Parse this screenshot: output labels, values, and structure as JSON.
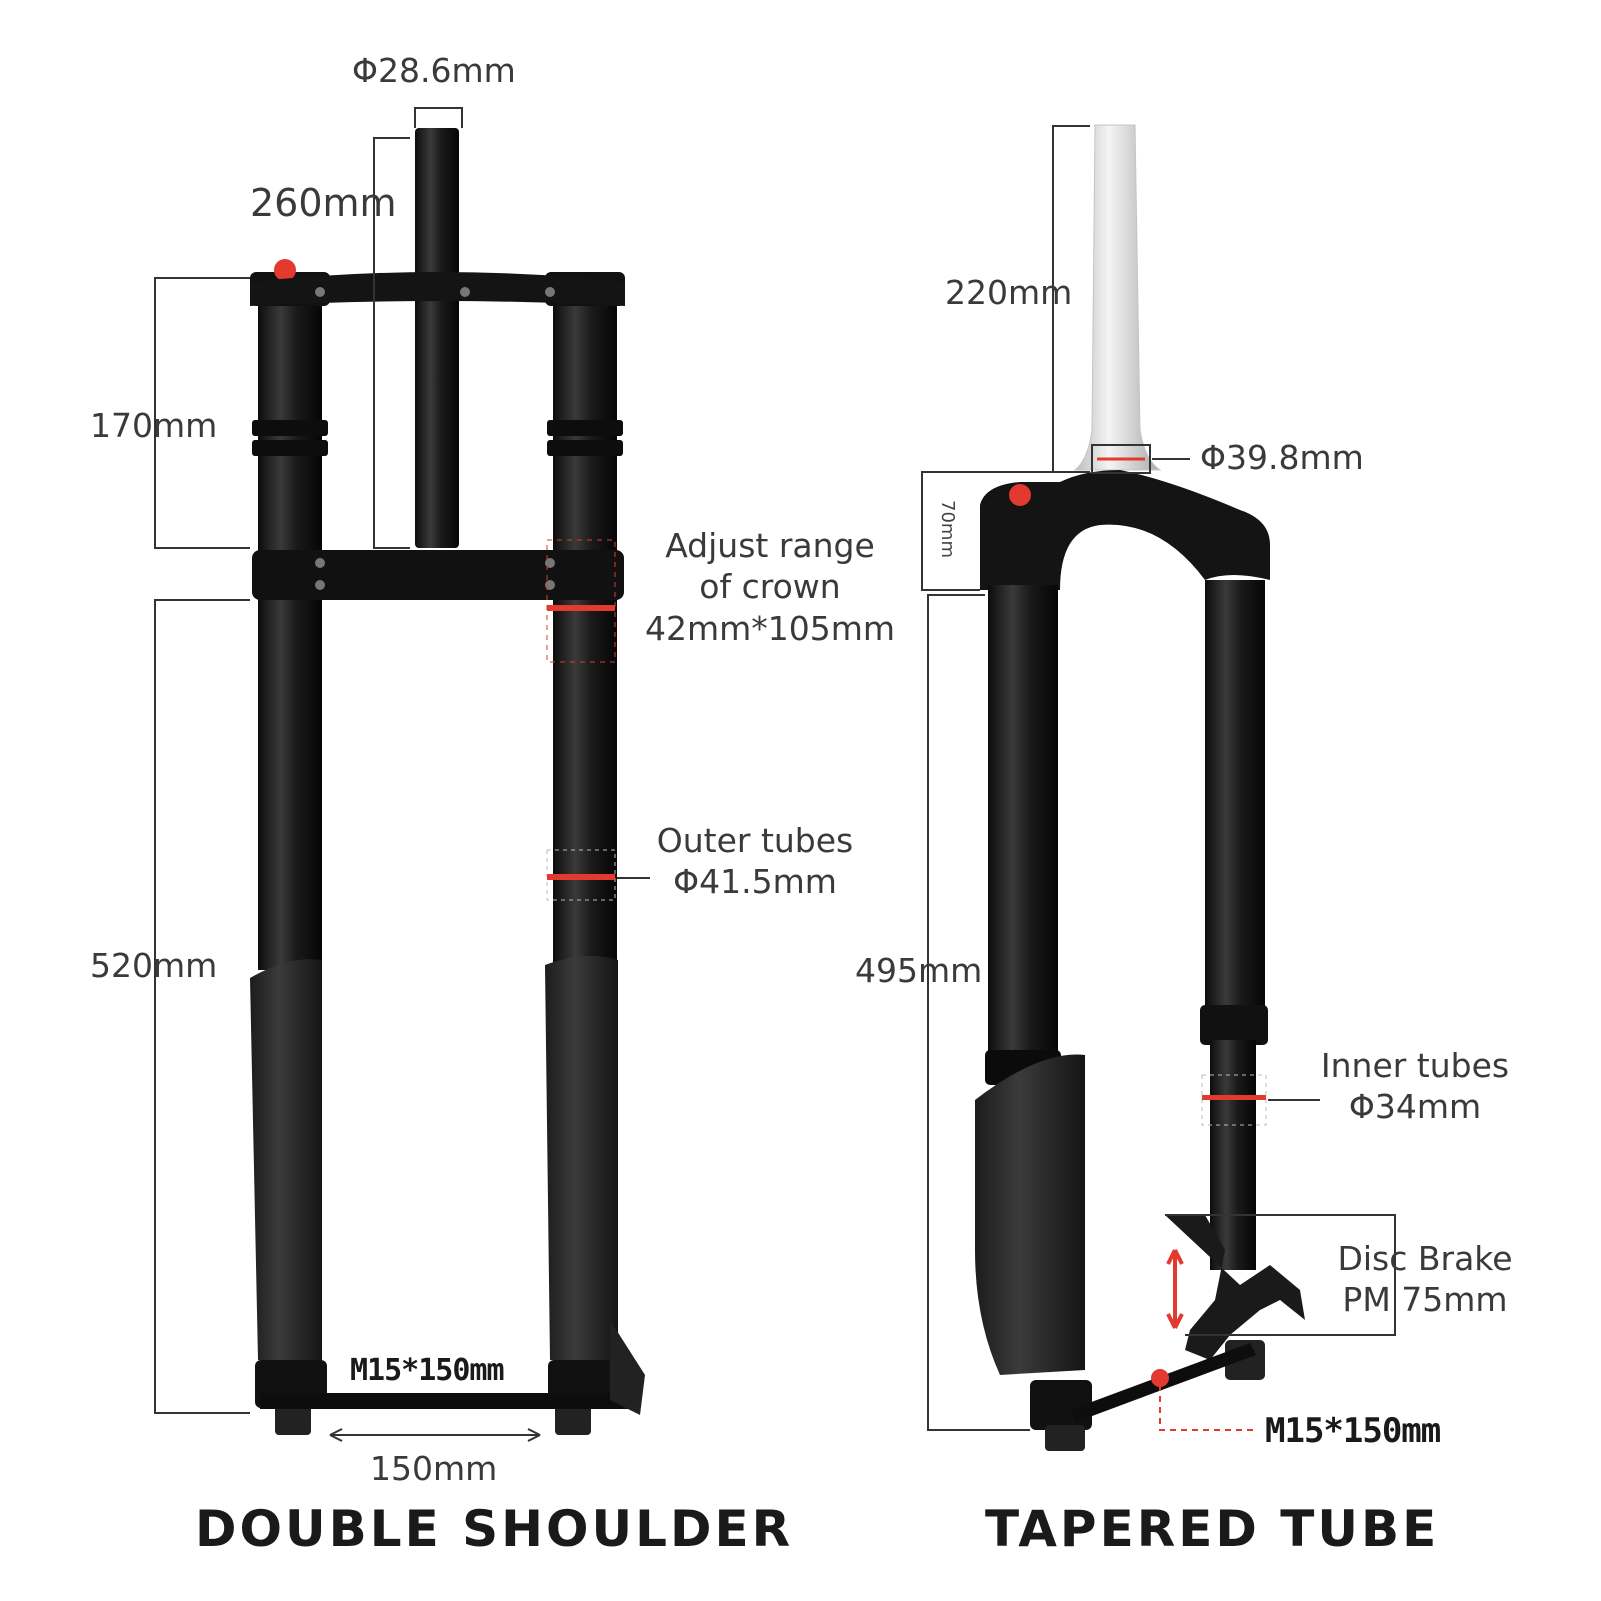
{
  "colors": {
    "fork_body": "#161616",
    "fork_highlight": "#3a3a3a",
    "leg_guard": "#262626",
    "accent_red": "#e23a2e",
    "dimension_line": "#333333",
    "steerer_silver": "#d9d9d9"
  },
  "left_fork": {
    "title": "DOUBLE SHOULDER",
    "dims": {
      "steerer_diameter": "Φ28.6mm",
      "steerer_length": "260mm",
      "upper_height": "170mm",
      "lower_height": "520mm",
      "axle_label": "M15*150mm",
      "axle_width": "150mm"
    },
    "crown_range": {
      "line1": "Adjust range",
      "line2": "of crown",
      "line3": "42mm*105mm"
    },
    "outer_tubes": {
      "line1": "Outer tubes",
      "line2": "Φ41.5mm"
    }
  },
  "right_fork": {
    "title": "TAPERED TUBE",
    "dims": {
      "steerer_length": "220mm",
      "steerer_diameter": "Φ39.8mm",
      "crown_height": "70mm",
      "fork_length": "495mm",
      "axle_label": "M15*150mm"
    },
    "inner_tubes": {
      "line1": "Inner tubes",
      "line2": "Φ34mm"
    },
    "disc_brake": {
      "line1": "Disc Brake",
      "line2": "PM 75mm"
    }
  }
}
